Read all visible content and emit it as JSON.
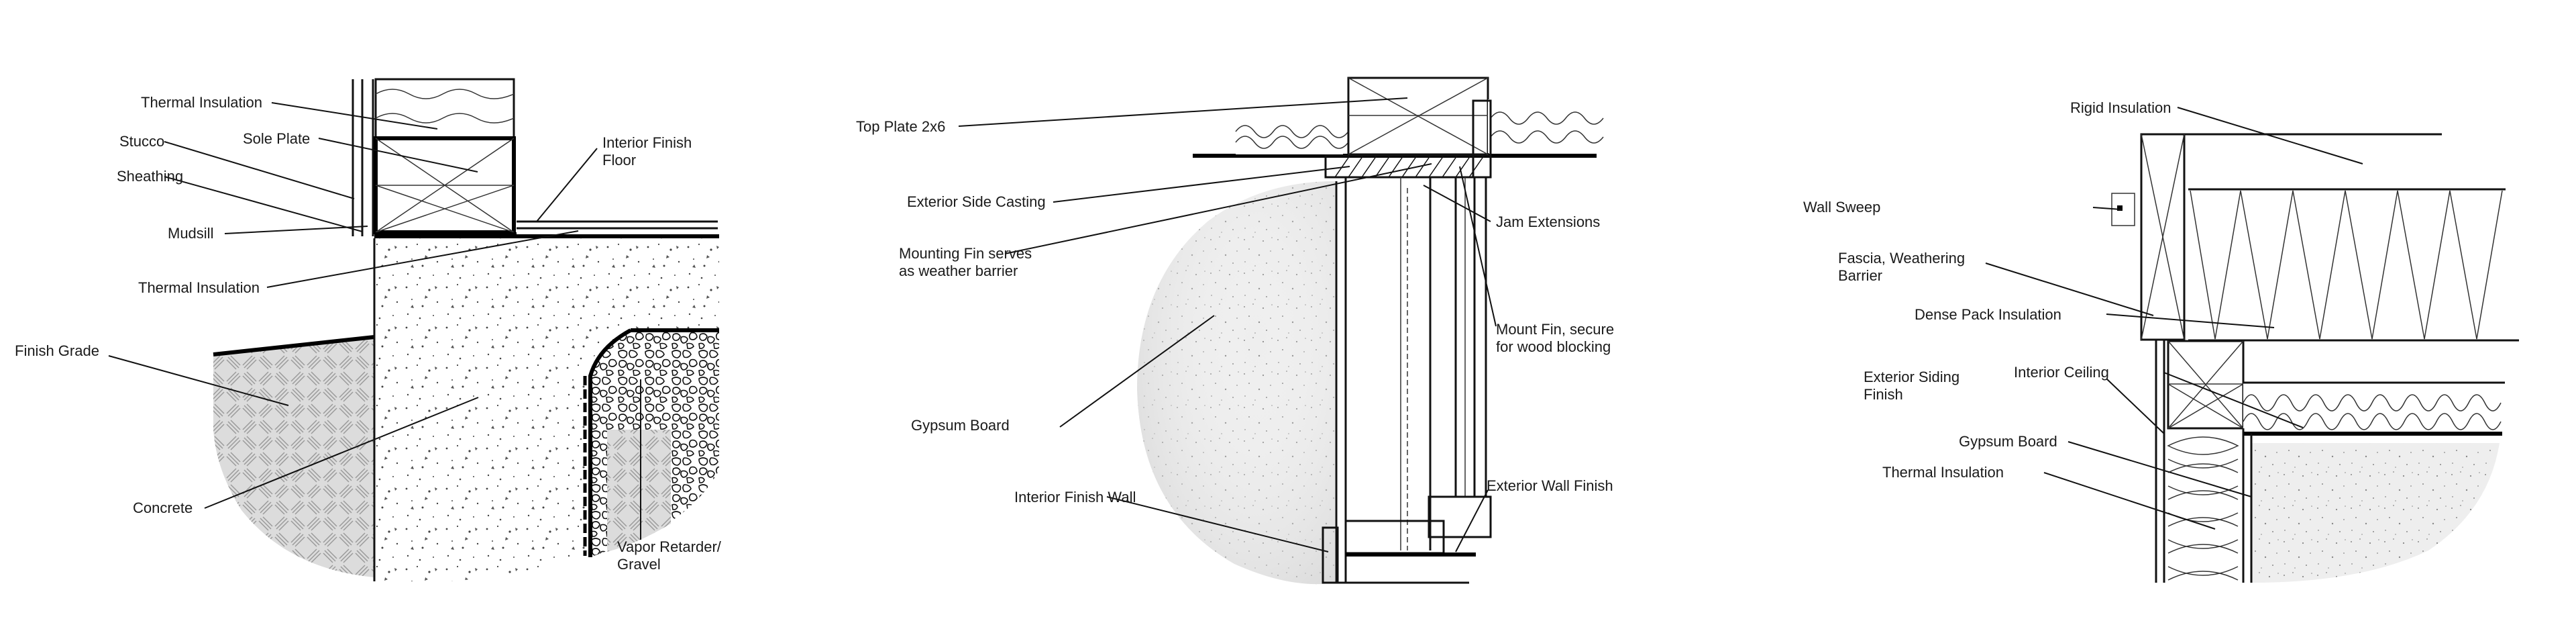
{
  "diagrams": [
    {
      "labels": [
        "Thermal Insulation",
        "Stucco",
        "Sole Plate",
        "Sheathing",
        "Interior Finish",
        "Floor",
        "Mudsill",
        "Thermal Insulation",
        "Finish Grade",
        "Concrete",
        "Vapor Retarder/",
        "Gravel"
      ]
    },
    {
      "labels": [
        "Top Plate 2x6",
        "Exterior Side Casting",
        "Mounting Fin serves",
        "as weather barrier",
        "Jam Extensions",
        "Mount Fin, secure",
        "for wood blocking",
        "Gypsum Board",
        "Interior Finish Wall",
        "Exterior Wall Finish"
      ]
    },
    {
      "labels": [
        "Rigid Insulation",
        "Wall Sweep",
        "Fascia, Weathering",
        "Barrier",
        "Dense Pack Insulation",
        "Interior Ceiling",
        "Exterior Siding",
        "Finish",
        "Gypsum Board",
        "Thermal Insulation"
      ]
    }
  ],
  "colors": {
    "line": "#111111",
    "fill_light": "#e6e6e6",
    "fill_grade": "#d9d9d9",
    "speckle": "#7a7a7a"
  }
}
